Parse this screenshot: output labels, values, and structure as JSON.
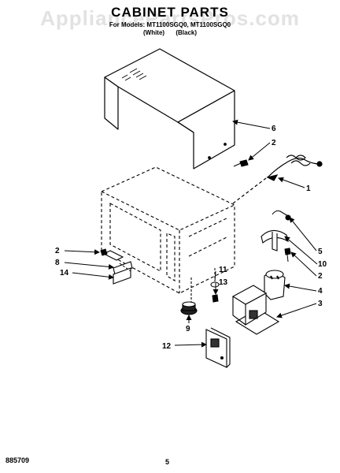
{
  "watermark": "AppliancePartsPros.com",
  "header": {
    "title": "CABINET PARTS",
    "subtitle": "For Models: MT1100SGQ0, MT1100SGQ0",
    "color_white": "(White)",
    "color_black": "(Black)"
  },
  "footer": {
    "doc_number": "885709",
    "page_number": "5"
  },
  "callouts": [
    {
      "id": "label-6",
      "text": "6"
    },
    {
      "id": "label-2-top",
      "text": "2"
    },
    {
      "id": "label-1",
      "text": "1"
    },
    {
      "id": "label-5",
      "text": "5"
    },
    {
      "id": "label-10",
      "text": "10"
    },
    {
      "id": "label-2-right",
      "text": "2"
    },
    {
      "id": "label-4",
      "text": "4"
    },
    {
      "id": "label-3",
      "text": "3"
    },
    {
      "id": "label-2-left",
      "text": "2"
    },
    {
      "id": "label-8",
      "text": "8"
    },
    {
      "id": "label-14",
      "text": "14"
    },
    {
      "id": "label-11",
      "text": "11"
    },
    {
      "id": "label-13",
      "text": "13"
    },
    {
      "id": "label-9",
      "text": "9"
    },
    {
      "id": "label-12",
      "text": "12"
    }
  ]
}
